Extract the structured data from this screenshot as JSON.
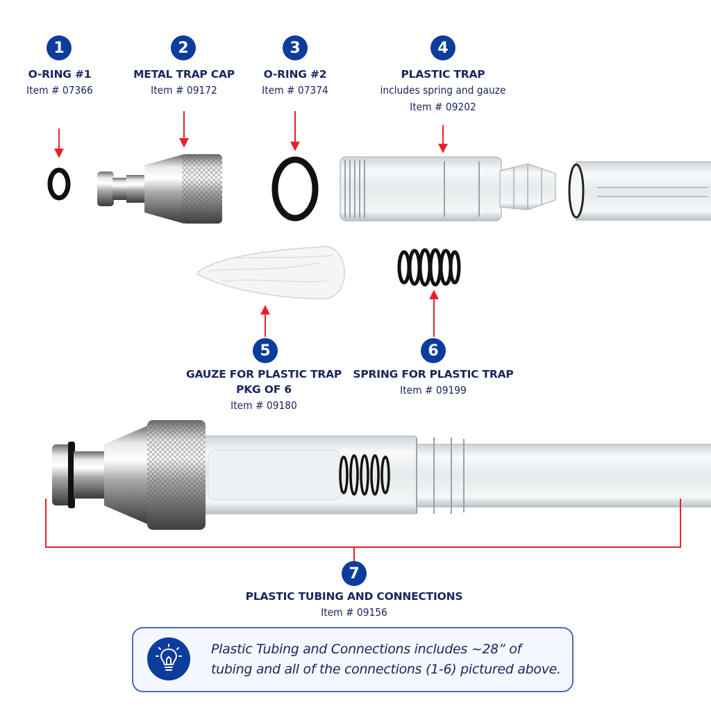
{
  "parts": [
    {
      "number": "1",
      "name": "O-RING #1",
      "item": "Item # 07366"
    },
    {
      "number": "2",
      "name": "METAL TRAP CAP",
      "item": "Item # 09172"
    },
    {
      "number": "3",
      "name": "O-RING #2",
      "item": "Item # 07374"
    },
    {
      "number": "4",
      "name": "PLASTIC TRAP",
      "note": "includes spring and gauze",
      "item": "Item # 09202"
    },
    {
      "number": "5",
      "name": "GAUZE FOR PLASTIC TRAP",
      "note": "PKG OF 6",
      "item": "Item # 09180"
    },
    {
      "number": "6",
      "name": "SPRING FOR PLASTIC TRAP",
      "item": "Item # 09199"
    },
    {
      "number": "7",
      "name": "PLASTIC TUBING AND CONNECTIONS",
      "item": "Item # 09156"
    }
  ],
  "note": {
    "icon": "lightbulb-icon",
    "text": "Plastic Tubing  and Connections includes ~28” of tubing and all of the connections (1-6) pictured above."
  },
  "colors": {
    "badge": "#0c3c9c",
    "arrow": "#e8202a",
    "text": "#1a2560",
    "note_border": "#4d67c6"
  }
}
